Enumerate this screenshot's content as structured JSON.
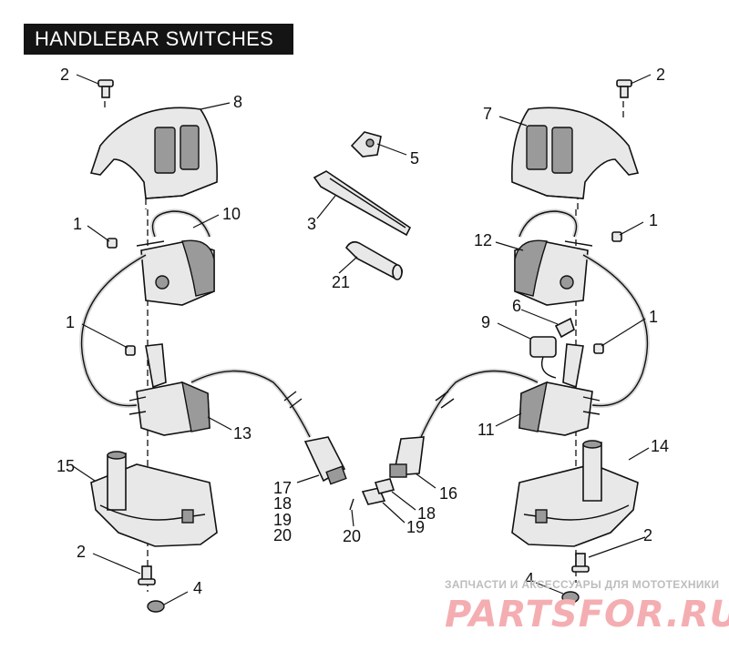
{
  "title": "HANDLEBAR SWITCHES",
  "callouts": {
    "c2_top_left": "2",
    "c8": "8",
    "c7": "7",
    "c2_top_right": "2",
    "c5": "5",
    "c3": "3",
    "c21": "21",
    "c1_left_upper": "1",
    "c10": "10",
    "c1_right_upper": "1",
    "c12": "12",
    "c6": "6",
    "c9": "9",
    "c1_left_lower": "1",
    "c1_right_lower": "1",
    "c13": "13",
    "c11": "11",
    "c15": "15",
    "c14": "14",
    "c17": "17",
    "c18_left": "18",
    "c19_left": "19",
    "c20_left": "20",
    "c16": "16",
    "c18_right": "18",
    "c20_right": "20",
    "c19_right": "19",
    "c2_bottom_left": "2",
    "c2_bottom_right": "2",
    "c4_left": "4",
    "c4_right": "4"
  },
  "watermark": {
    "caption": "ЗАПЧАСТИ И АКСЕССУАРЫ ДЛЯ МОТОТЕХНИКИ",
    "brand": "PARTSFOR.RU"
  }
}
